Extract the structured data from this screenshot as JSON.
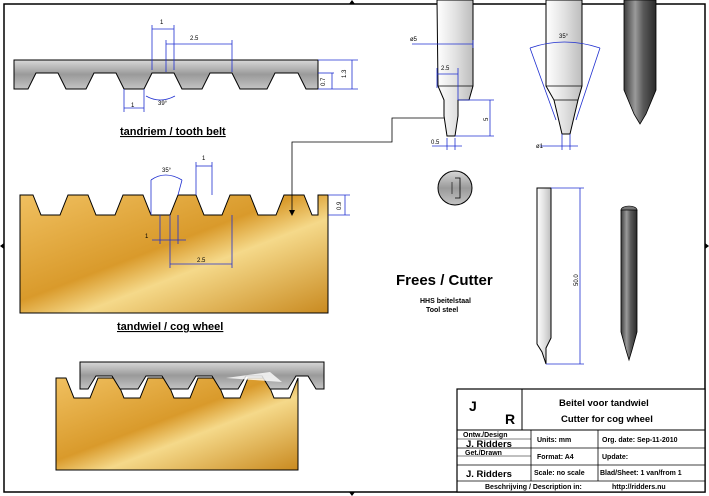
{
  "belt": {
    "caption": "tandriem / tooth belt",
    "dims": {
      "tooth": "1",
      "pitch": "2.5",
      "gap": "1",
      "angle": "39°",
      "height_small": "0.7",
      "height_total": "1.3"
    }
  },
  "wheel": {
    "caption": "tandwiel / cog wheel",
    "dims": {
      "angle": "35°",
      "top": "1",
      "height": "0.9",
      "gap": "1",
      "pitch": "2.5"
    }
  },
  "cutter": {
    "title": "Frees / Cutter",
    "material_nl": "HHS beitelstaal",
    "material_en": "Tool steel",
    "dims": {
      "shank_dia": "ø5",
      "tip_width": "2.5",
      "tip_height": "5",
      "tip_offset": "0.5",
      "angle": "35°",
      "tip_dia": "ø1",
      "length": "50.0"
    }
  },
  "title_block": {
    "logo_j": "J",
    "logo_r": "R",
    "title_nl": "Beitel voor tandwiel",
    "title_en": "Cutter for cog wheel",
    "design_label": "Ontw./Design",
    "design_name": "J. Ridders",
    "units": "Units: mm",
    "org_date": "Org. date: Sep-11-2010",
    "format": "Format: A4",
    "update": "Update:",
    "drawn_label": "Get./Drawn",
    "drawn_name": "J. Ridders",
    "scale": "Scale: no scale",
    "sheet": "Blad/Sheet: 1 van/from 1",
    "desc_label": "Beschrijving / Description in:",
    "desc_url": "http://ridders.nu"
  },
  "colors": {
    "gold": "#e3a43a",
    "gold_dark": "#b07a1c",
    "steel": "#a9a9a9",
    "dim_blue": "#1f2fd0"
  }
}
